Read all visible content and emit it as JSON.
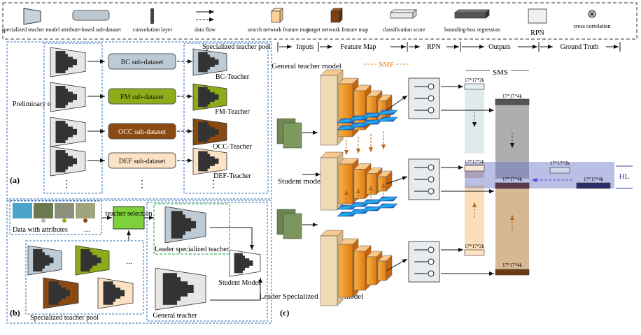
{
  "legend": {
    "items": [
      "specialized teacher model",
      "attribute-based sub-dataset",
      "convolution layer",
      "data flow",
      "search network feature map",
      "target network feature map",
      "classification score",
      "bounding-box regression",
      "RPN",
      "cross correlation"
    ]
  },
  "panel_a": {
    "label": "(a)",
    "preliminary_label": "Preliminary teachers",
    "subdatasets": [
      "BC sub-dataset",
      "FM sub-dataset",
      "OCC sub-dataset",
      "DEF sub-dataset"
    ],
    "teachers": [
      "BC-Teacher",
      "FM-Teacher",
      "OCC-Teacher",
      "DEF-Teacher"
    ],
    "pool_title": "Specialized teacher pool",
    "colors": {
      "bc": "#bdcbd6",
      "fm": "#8eac1a",
      "occ": "#8a4a12",
      "def": "#fbe2c4",
      "gray": "#e6e6e6"
    }
  },
  "panel_b": {
    "label": "(b)",
    "data_label": "Data with attributes",
    "selection_label": "teacher selection",
    "leader_label": "Leader specialized teacher",
    "student_label": "Student Model",
    "general_label": "General teacher",
    "pool_label": "Specialized teacher pool",
    "ellipsis": "..."
  },
  "panel_c": {
    "label": "(c)",
    "header": [
      "Inputs",
      "Feature Map",
      "RPN",
      "Outputs",
      "Ground Truth"
    ],
    "general_label": "General teacher model",
    "student_label": "Student model",
    "leader_label": "Leader Specialized teacher model",
    "smf": "SMF",
    "sms": "SMS",
    "hl": "HL",
    "dim_cls": "17*17*2k",
    "dim_reg": "17*17*4k"
  }
}
